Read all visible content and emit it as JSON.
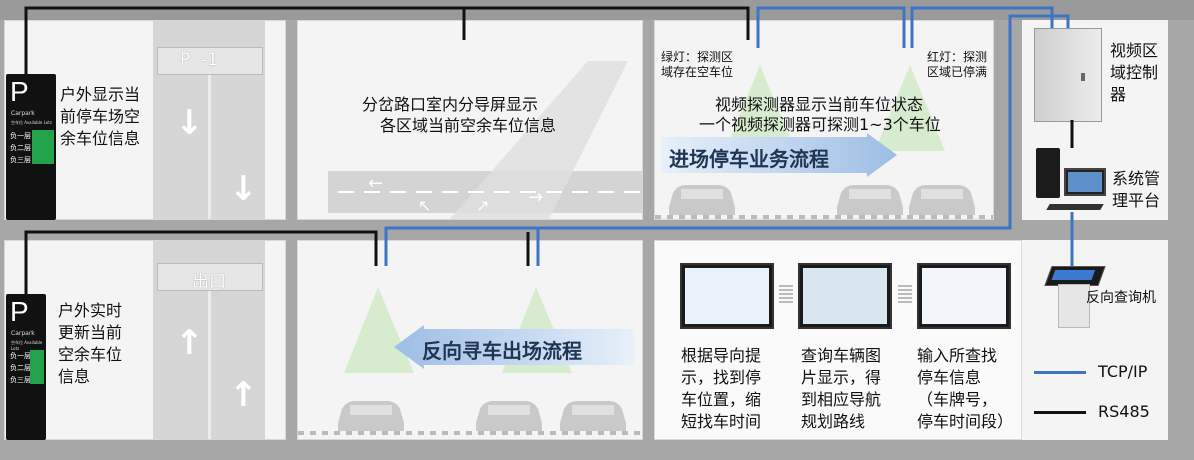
{
  "top_left_sign": {
    "brand": "Carpark",
    "sub": "空车位 Available Lots",
    "floors": [
      "负一层",
      "负二层",
      "负三层"
    ]
  },
  "top_left_text": "户外显示当前停车场空余车位信息",
  "top_gate_label": "P  -1",
  "top_mid_text": [
    "分岔路口室内分导屏显示",
    "各区域当前空余车位信息"
  ],
  "green_light_text": [
    "绿灯：探测区",
    "域存在空车位"
  ],
  "red_light_text": [
    "红灯：探测",
    "区域已停满"
  ],
  "video_detector_text": [
    "视频探测器显示当前车位状态",
    "一个视频探测器可探测1~3个车位"
  ],
  "entry_flow_title": "进场停车业务流程",
  "controller_label": [
    "视频区",
    "域控制",
    "器"
  ],
  "platform_label": [
    "系统管",
    "理平台"
  ],
  "kiosk_label": "反向查询机",
  "bottom_left_sign": {
    "brand": "Carpark",
    "sub": "空车位 Available Lots",
    "floors": [
      "负一层",
      "负二层",
      "负三层"
    ]
  },
  "bottom_left_text": [
    "户外实时",
    "更新当前",
    "空余车位",
    "信息"
  ],
  "exit_gate_label": "出口",
  "reverse_flow_title": "反向寻车出场流程",
  "step1_text": [
    "根据导向提",
    "示，找到停",
    "车位置，缩",
    "短找车时间"
  ],
  "step2_text": [
    "查询车辆图",
    "片显示，得",
    "到相应导航",
    "规划路线"
  ],
  "step3_text": [
    "输入所查找",
    "停车信息",
    "（车牌号，",
    "停车时间段）"
  ],
  "legend": [
    {
      "label": "TCP/IP",
      "color": "#3d74c6"
    },
    {
      "label": "RS485",
      "color": "#111111"
    }
  ]
}
